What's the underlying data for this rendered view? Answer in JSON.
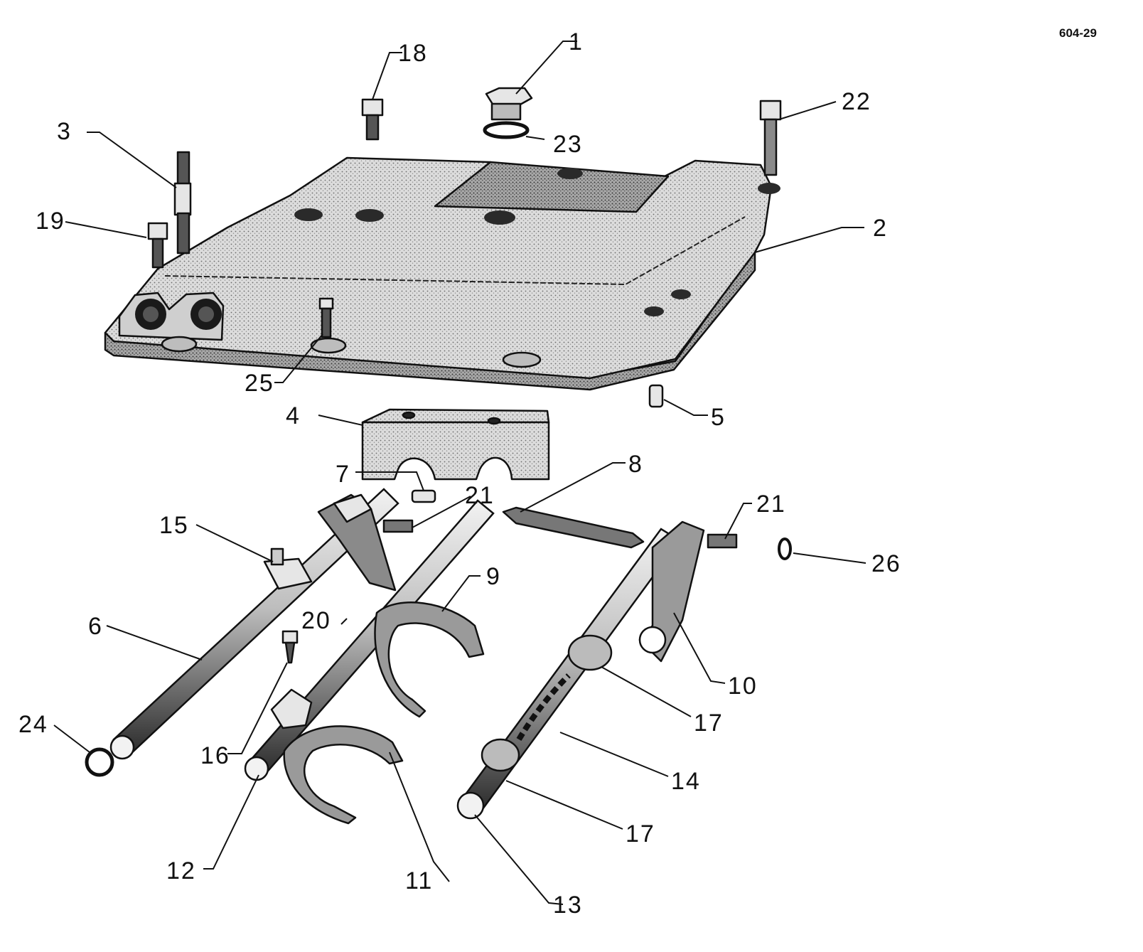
{
  "figure_id": "604-29",
  "callouts": {
    "c1": "1",
    "c2": "2",
    "c3": "3",
    "c4": "4",
    "c5": "5",
    "c6": "6",
    "c7": "7",
    "c8": "8",
    "c9": "9",
    "c10": "10",
    "c11": "11",
    "c12": "12",
    "c13": "13",
    "c14": "14",
    "c15": "15",
    "c16": "16",
    "c17a": "17",
    "c17b": "17",
    "c18": "18",
    "c19": "19",
    "c20": "20",
    "c21a": "21",
    "c21b": "21",
    "c22": "22",
    "c23": "23",
    "c24": "24",
    "c25": "25",
    "c26": "26"
  },
  "colors": {
    "ink": "#111111",
    "casting_top": "#d9d9d9",
    "casting_side": "#b3b3b3",
    "metal_light": "#e6e6e6",
    "background": "#ffffff"
  }
}
